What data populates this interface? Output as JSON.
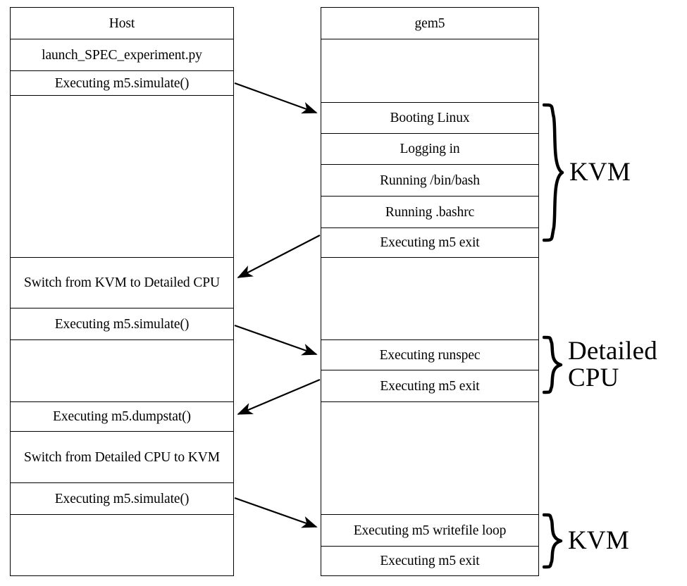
{
  "diagram": {
    "title_host": "Host",
    "title_gem5": "gem5",
    "host_column": {
      "header": "Host",
      "rows": [
        {
          "label": "Host",
          "kind": "header"
        },
        {
          "label": "launch_SPEC_experiment.py",
          "kind": "step"
        },
        {
          "label": "Executing m5.simulate()",
          "kind": "step"
        },
        {
          "label": "",
          "kind": "spacer"
        },
        {
          "label": "Switch from KVM to Detailed CPU",
          "kind": "step"
        },
        {
          "label": "Executing m5.simulate()",
          "kind": "step"
        },
        {
          "label": "",
          "kind": "spacer"
        },
        {
          "label": "Executing m5.dumpstat()",
          "kind": "step"
        },
        {
          "label": "Switch from Detailed CPU to KVM",
          "kind": "step"
        },
        {
          "label": "Executing m5.simulate()",
          "kind": "step"
        },
        {
          "label": "",
          "kind": "spacer"
        }
      ]
    },
    "gem5_column": {
      "header": "gem5",
      "rows": [
        {
          "label": "gem5",
          "kind": "header"
        },
        {
          "label": "",
          "kind": "spacer"
        },
        {
          "label": "Booting Linux",
          "kind": "step"
        },
        {
          "label": "Logging in",
          "kind": "step"
        },
        {
          "label": "Running /bin/bash",
          "kind": "step"
        },
        {
          "label": "Running .bashrc",
          "kind": "step"
        },
        {
          "label": "Executing m5 exit",
          "kind": "step"
        },
        {
          "label": "",
          "kind": "spacer"
        },
        {
          "label": "Executing runspec",
          "kind": "step"
        },
        {
          "label": "Executing m5 exit",
          "kind": "step"
        },
        {
          "label": "",
          "kind": "spacer"
        },
        {
          "label": "Executing m5 writefile loop",
          "kind": "step"
        },
        {
          "label": "Executing m5 exit",
          "kind": "step"
        }
      ]
    },
    "braces": [
      {
        "label": "KVM",
        "covers": [
          "Booting Linux",
          "Logging in",
          "Running /bin/bash",
          "Running .bashrc",
          "Executing m5 exit"
        ]
      },
      {
        "label": "Detailed\nCPU",
        "covers": [
          "Executing runspec",
          "Executing m5 exit"
        ]
      },
      {
        "label": "KVM",
        "covers": [
          "Executing m5 writefile loop",
          "Executing m5 exit"
        ]
      }
    ],
    "arrows": [
      {
        "from": "Executing m5.simulate()",
        "to": "Booting Linux",
        "direction": "host-to-gem5"
      },
      {
        "from": "Executing m5 exit",
        "to": "Switch from KVM to Detailed CPU",
        "direction": "gem5-to-host"
      },
      {
        "from": "Executing m5.simulate()",
        "to": "Executing runspec",
        "direction": "host-to-gem5"
      },
      {
        "from": "Executing m5 exit",
        "to": "Executing m5.dumpstat()",
        "direction": "gem5-to-host"
      },
      {
        "from": "Executing m5.simulate()",
        "to": "Executing m5 writefile loop",
        "direction": "host-to-gem5"
      }
    ],
    "colors": {
      "stroke": "#000000",
      "background": "#ffffff",
      "text": "#000000"
    }
  }
}
